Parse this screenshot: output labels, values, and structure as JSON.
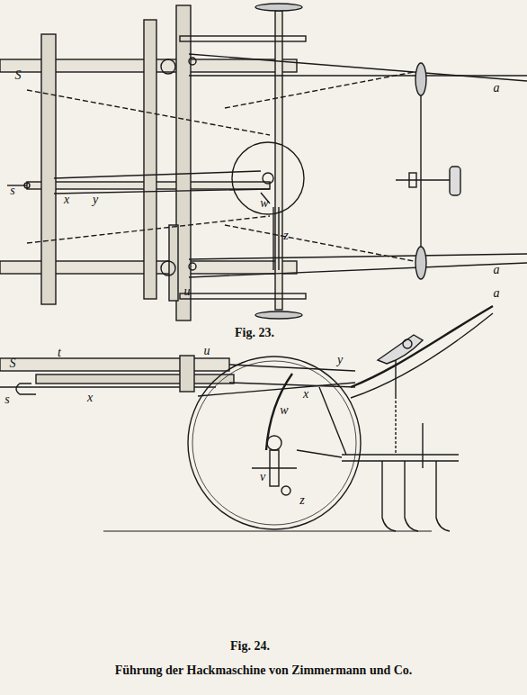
{
  "diagram": {
    "caption": "Führung der Hackmaschine von Zimmermann und Co.",
    "labels": [
      "S",
      "s",
      "x",
      "y",
      "w",
      "z",
      "u",
      "a",
      "a",
      "Fig. 23.",
      "S",
      "t",
      "s",
      "x",
      "u",
      "y",
      "x",
      "w",
      "v",
      "z",
      "a",
      "Fig. 24."
    ]
  }
}
